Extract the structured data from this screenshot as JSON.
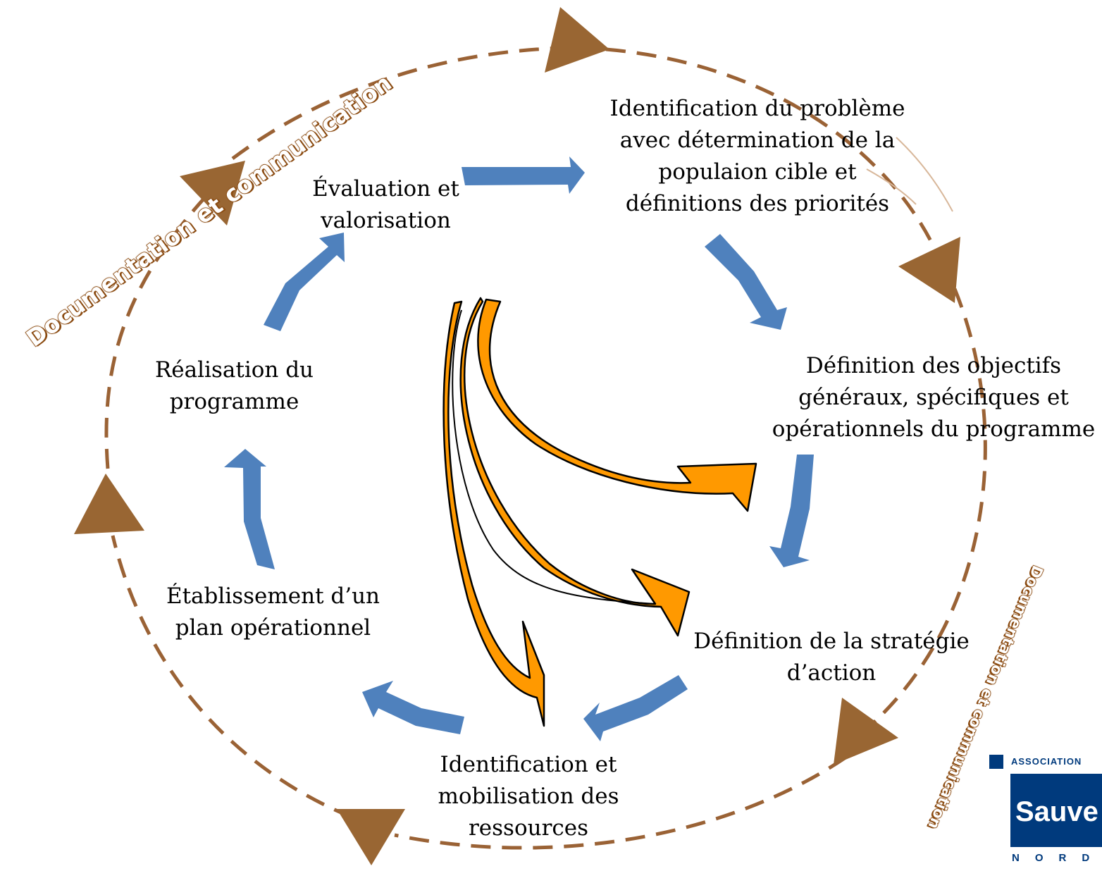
{
  "colors": {
    "cycle_arrow": "#4f81bd",
    "dashed_loop": "#9a6235",
    "triangle": "#996633",
    "orange_arrow": "#ff9900",
    "label_stroke": "#8a4a10",
    "logo_blue": "#003a7d"
  },
  "stages": [
    {
      "id": "identification",
      "text": "Identification du problème\navec détermination de la\npopulaion cible et\ndéfinitions des priorités"
    },
    {
      "id": "objectifs",
      "text": "Définition des objectifs\ngénéraux, spécifiques et\nopérationnels du programme"
    },
    {
      "id": "strategie",
      "text": "Définition de la stratégie\nd’action"
    },
    {
      "id": "ressources",
      "text": "Identification et\nmobilisation des\nressources"
    },
    {
      "id": "plan",
      "text": "Établissement d’un\nplan opérationnel"
    },
    {
      "id": "realisation",
      "text": "Réalisation du\nprogramme"
    },
    {
      "id": "evaluation",
      "text": "Évaluation et\nvalorisation"
    }
  ],
  "side_labels": {
    "top_left": "Documentation et communication",
    "bottom_right": "Documentation et communication"
  },
  "logo": {
    "association": "ASSOCIATION",
    "name": "Sauve",
    "region": "NORD"
  }
}
